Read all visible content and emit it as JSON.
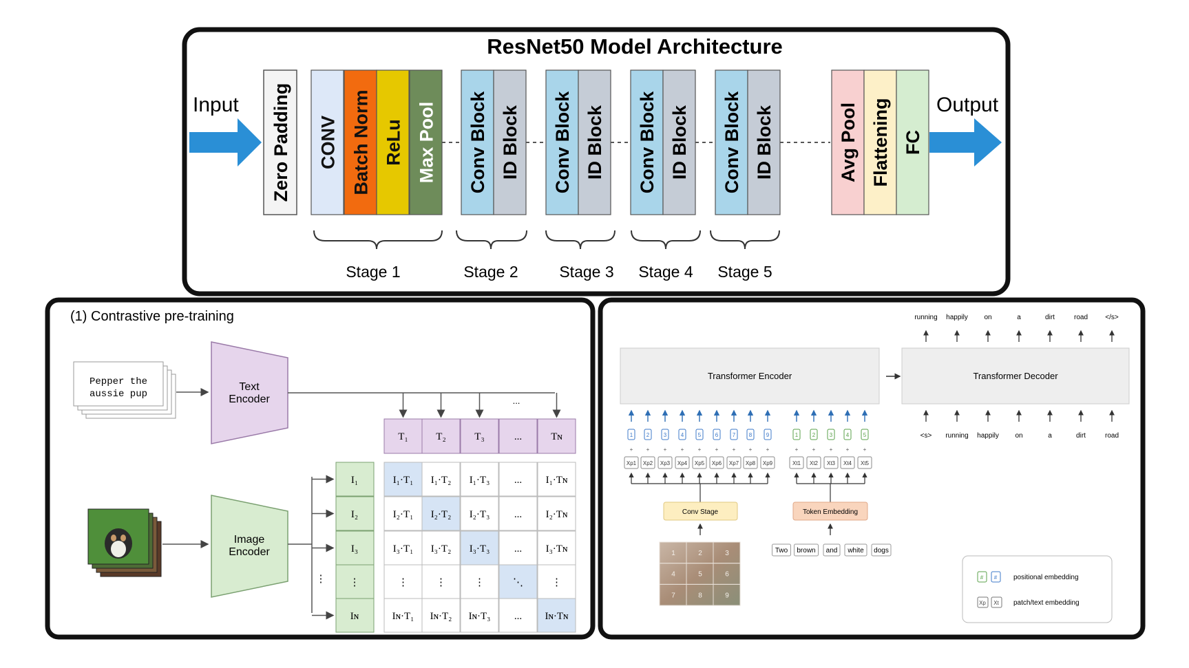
{
  "resnet": {
    "title": "ResNet50 Model Architecture",
    "input_label": "Input",
    "output_label": "Output",
    "zero_padding": "Zero Padding",
    "stage1_blocks": [
      {
        "label": "CONV",
        "color": "#dde8f8",
        "text_color": "#111111"
      },
      {
        "label": "Batch Norm",
        "color": "#f26b0f",
        "text_color": "#111111"
      },
      {
        "label": "ReLu",
        "color": "#e6c800",
        "text_color": "#111111"
      },
      {
        "label": "Max Pool",
        "color": "#6e8c5a",
        "text_color": "#ffffff"
      }
    ],
    "stage_blocks": [
      {
        "conv": "Conv Block",
        "id": "ID Block"
      },
      {
        "conv": "Conv Block",
        "id": "ID Block"
      },
      {
        "conv": "Conv Block",
        "id": "ID Block"
      },
      {
        "conv": "Conv Block",
        "id": "ID Block"
      }
    ],
    "head_blocks": [
      {
        "label": "Avg Pool",
        "color": "#f8d0d0"
      },
      {
        "label": "Flattening",
        "color": "#fdf0c8"
      },
      {
        "label": "FC",
        "color": "#d5edd0"
      }
    ],
    "stages": [
      "Stage 1",
      "Stage 2",
      "Stage 3",
      "Stage 4",
      "Stage 5"
    ],
    "colors": {
      "conv_block": "#a9d5ea",
      "id_block": "#c5ccd6",
      "arrow": "#2a8fd6"
    }
  },
  "clip": {
    "title": "(1) Contrastive pre-training",
    "text_card": "Pepper the aussie pup",
    "text_encoder": "Text Encoder",
    "image_encoder": "Image Encoder",
    "t_headers": [
      "T₁",
      "T₂",
      "T₃",
      "...",
      "Tɴ"
    ],
    "i_headers": [
      "I₁",
      "I₂",
      "I₃",
      "⋮",
      "Iɴ"
    ],
    "ellipsis_top": "...",
    "rows": [
      [
        "I₁·T₁",
        "I₁·T₂",
        "I₁·T₃",
        "...",
        "I₁·Tɴ"
      ],
      [
        "I₂·T₁",
        "I₂·T₂",
        "I₂·T₃",
        "...",
        "I₂·Tɴ"
      ],
      [
        "I₃·T₁",
        "I₃·T₂",
        "I₃·T₃",
        "...",
        "I₃·Tɴ"
      ],
      [
        "⋮",
        "⋮",
        "⋮",
        "⋱",
        "⋮"
      ],
      [
        "Iɴ·T₁",
        "Iɴ·T₂",
        "Iɴ·T₃",
        "...",
        "Iɴ·Tɴ"
      ]
    ],
    "colors": {
      "encoder": "#e6d5ec",
      "image_encoder": "#d8ecd0",
      "t_head": "#e6d5ec",
      "i_head": "#d8ecd0",
      "diag": "#d6e4f5"
    }
  },
  "vit": {
    "encoder_label": "Transformer Encoder",
    "decoder_label": "Transformer Decoder",
    "output_tokens": [
      "running",
      "happily",
      "on",
      "a",
      "dirt",
      "road",
      "</s>"
    ],
    "input_tokens": [
      "<s>",
      "running",
      "happily",
      "on",
      "a",
      "dirt",
      "road"
    ],
    "patch_pos": [
      "1",
      "2",
      "3",
      "4",
      "5",
      "6",
      "7",
      "8",
      "9"
    ],
    "patch_tokens": [
      "Xp1",
      "Xp2",
      "Xp3",
      "Xp4",
      "Xp5",
      "Xp6",
      "Xp7",
      "Xp8",
      "Xp9"
    ],
    "text_pos": [
      "1",
      "2",
      "3",
      "4",
      "5"
    ],
    "text_tokens": [
      "Xt1",
      "Xt2",
      "Xt3",
      "Xt4",
      "Xt5"
    ],
    "plus_sign": "+",
    "conv_stage": "Conv Stage",
    "token_embedding": "Token Embedding",
    "words": [
      "Two",
      "brown",
      "and",
      "white",
      "dogs"
    ],
    "image_grid": [
      "1",
      "2",
      "3",
      "4",
      "5",
      "6",
      "7",
      "8",
      "9"
    ],
    "legend": {
      "pos_label": "positional embedding",
      "patch_label": "patch/text embedding",
      "pos_glyph": "#",
      "patch_glyph_1": "Xp",
      "patch_glyph_2": "Xt"
    },
    "colors": {
      "block": "#eeeeee",
      "conv": "#fdeec0",
      "token": "#f9d5bd",
      "pos_blue": "#3c78c8",
      "pos_green": "#5aa04a"
    }
  }
}
